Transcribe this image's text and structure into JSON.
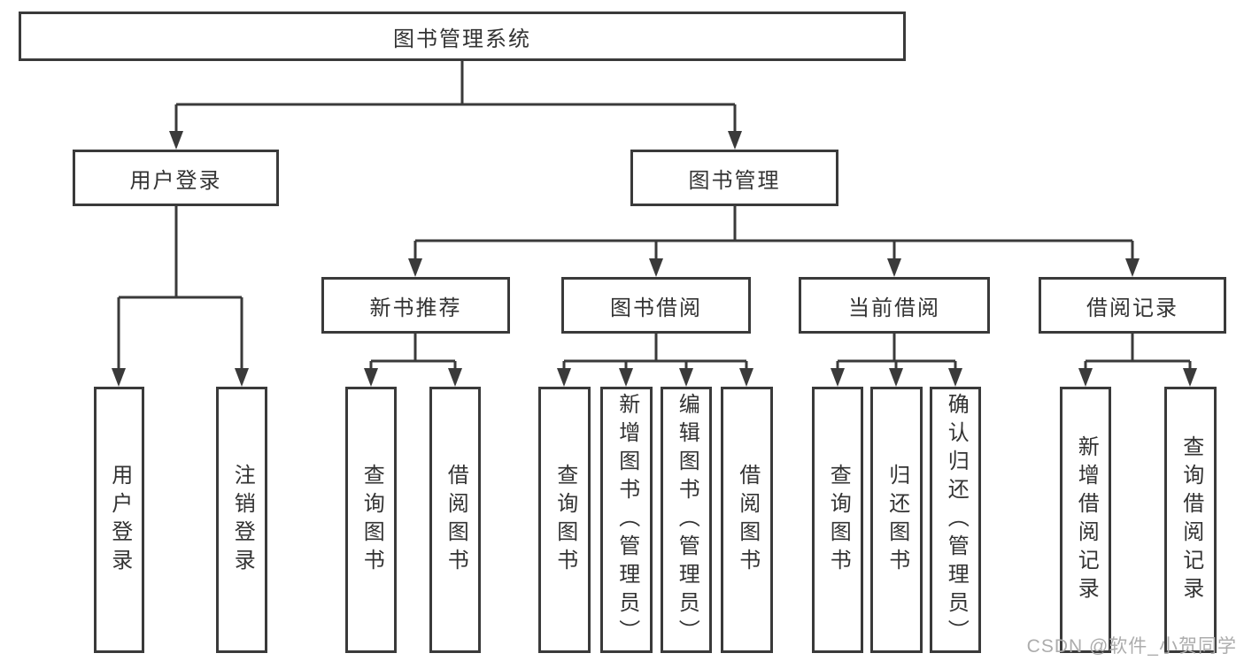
{
  "tree": {
    "label": "图书管理系统",
    "children": [
      {
        "label": "用户登录",
        "children": [
          {
            "label": "用户登录"
          },
          {
            "label": "注销登录"
          }
        ]
      },
      {
        "label": "图书管理",
        "children": [
          {
            "label": "新书推荐",
            "children": [
              {
                "label": "查询图书"
              },
              {
                "label": "借阅图书"
              }
            ]
          },
          {
            "label": "图书借阅",
            "children": [
              {
                "label": "查询图书"
              },
              {
                "label": "新增图书（管理员）"
              },
              {
                "label": "编辑图书（管理员）"
              },
              {
                "label": "借阅图书"
              }
            ]
          },
          {
            "label": "当前借阅",
            "children": [
              {
                "label": "查询图书"
              },
              {
                "label": "归还图书"
              },
              {
                "label": "确认归还（管理员）"
              }
            ]
          },
          {
            "label": "借阅记录",
            "children": [
              {
                "label": "新增借阅记录"
              },
              {
                "label": "查询借阅记录"
              }
            ]
          }
        ]
      }
    ]
  },
  "watermark": {
    "text": "CSDN @软件_小贺同学"
  },
  "colors": {
    "line": "#3a3a3a",
    "text": "#333333",
    "watermark": "#acacac",
    "background": "#ffffff"
  }
}
